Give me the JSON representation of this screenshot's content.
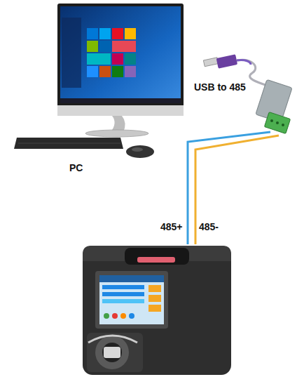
{
  "diagram": {
    "labels": [
      "USB to 485",
      "PC",
      "485+",
      "485-"
    ]
  }
}
